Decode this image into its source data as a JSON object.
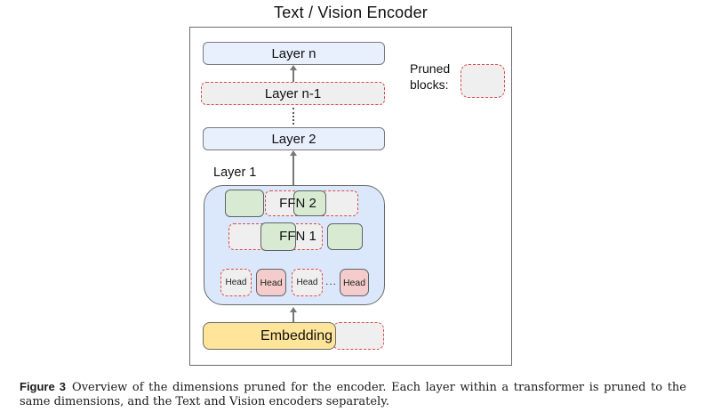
{
  "title": "Text / Vision Encoder",
  "layers": {
    "layer_n": "Layer n",
    "layer_n_minus_1": "Layer n-1",
    "layer_2": "Layer 2",
    "layer_1_label": "Layer 1"
  },
  "blocks": {
    "ffn2": "FFN 2",
    "ffn1": "FFN 1",
    "embedding": "Embedding",
    "heads_ellipsis": "..."
  },
  "heads": [
    {
      "label": "Head",
      "pruned": true
    },
    {
      "label": "Head",
      "pruned": false
    },
    {
      "label": "Head",
      "pruned": true
    },
    {
      "label": "Head",
      "pruned": false
    }
  ],
  "legend": {
    "line1": "Pruned",
    "line2": "blocks:"
  },
  "caption": {
    "tag": "Figure 3",
    "text": "Overview of the dimensions pruned for the encoder. Each layer within a transformer is pruned to the same dimensions, and the Text and Vision encoders separately."
  },
  "colors": {
    "red_dashed": "#dd4b4b",
    "pruned_fill": "#efefef",
    "layer_fill": "#e8f0fd",
    "container_fill": "#dbe8fc",
    "green_fill": "#d9ead3",
    "pink_fill": "#f4cccc",
    "yellow_fill": "#ffe599"
  }
}
